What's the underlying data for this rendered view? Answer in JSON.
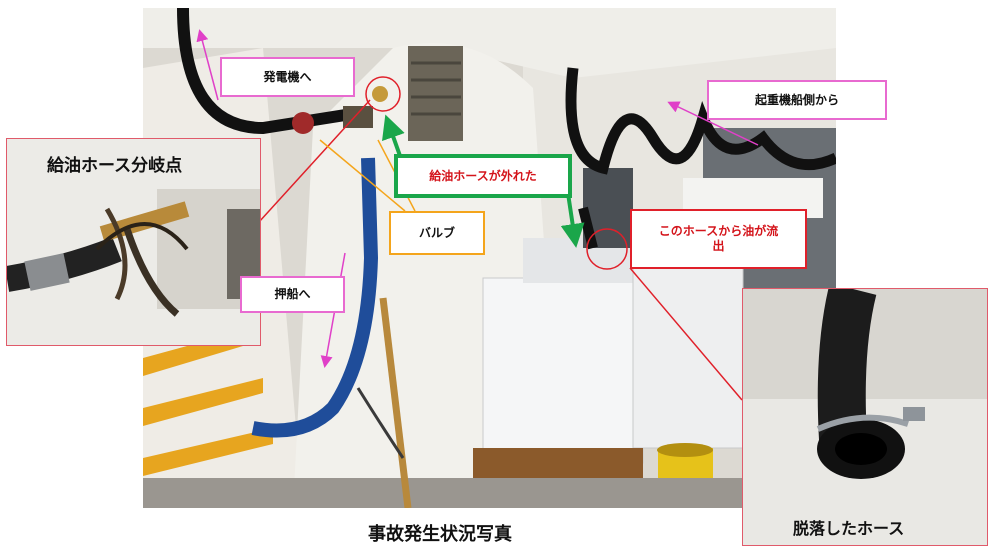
{
  "main_photo": {
    "description_icon": "photo"
  },
  "labels": {
    "generator": "発電機へ",
    "crane": "起重機船側から",
    "hose_off": "給油ホースが外れた",
    "valve": "バルブ",
    "oil_leak": "このホースから油が流出",
    "pusher": "押船へ"
  },
  "insets": {
    "branch_title": "給油ホース分岐点",
    "hose_title": "脱落したホース"
  },
  "caption": "事故発生状況写真",
  "colors": {
    "pink": "#e86ad0",
    "orange": "#f4a51c",
    "green": "#1aa64a",
    "red": "#e0202a",
    "label_red_text": "#d4141b",
    "inset_border": "#e05a6a"
  }
}
